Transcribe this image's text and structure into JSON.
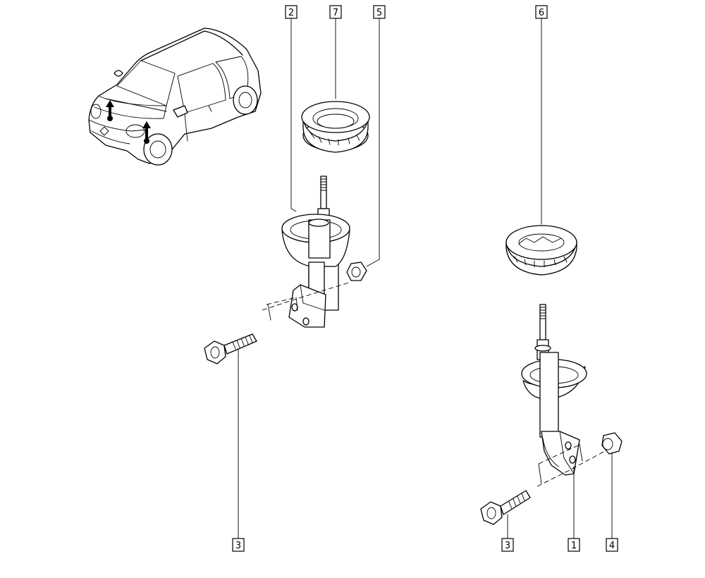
{
  "callouts": [
    {
      "label": "2"
    },
    {
      "label": "7"
    },
    {
      "label": "5"
    },
    {
      "label": "6"
    },
    {
      "label": "3"
    },
    {
      "label": "3"
    },
    {
      "label": "1"
    },
    {
      "label": "4"
    }
  ]
}
